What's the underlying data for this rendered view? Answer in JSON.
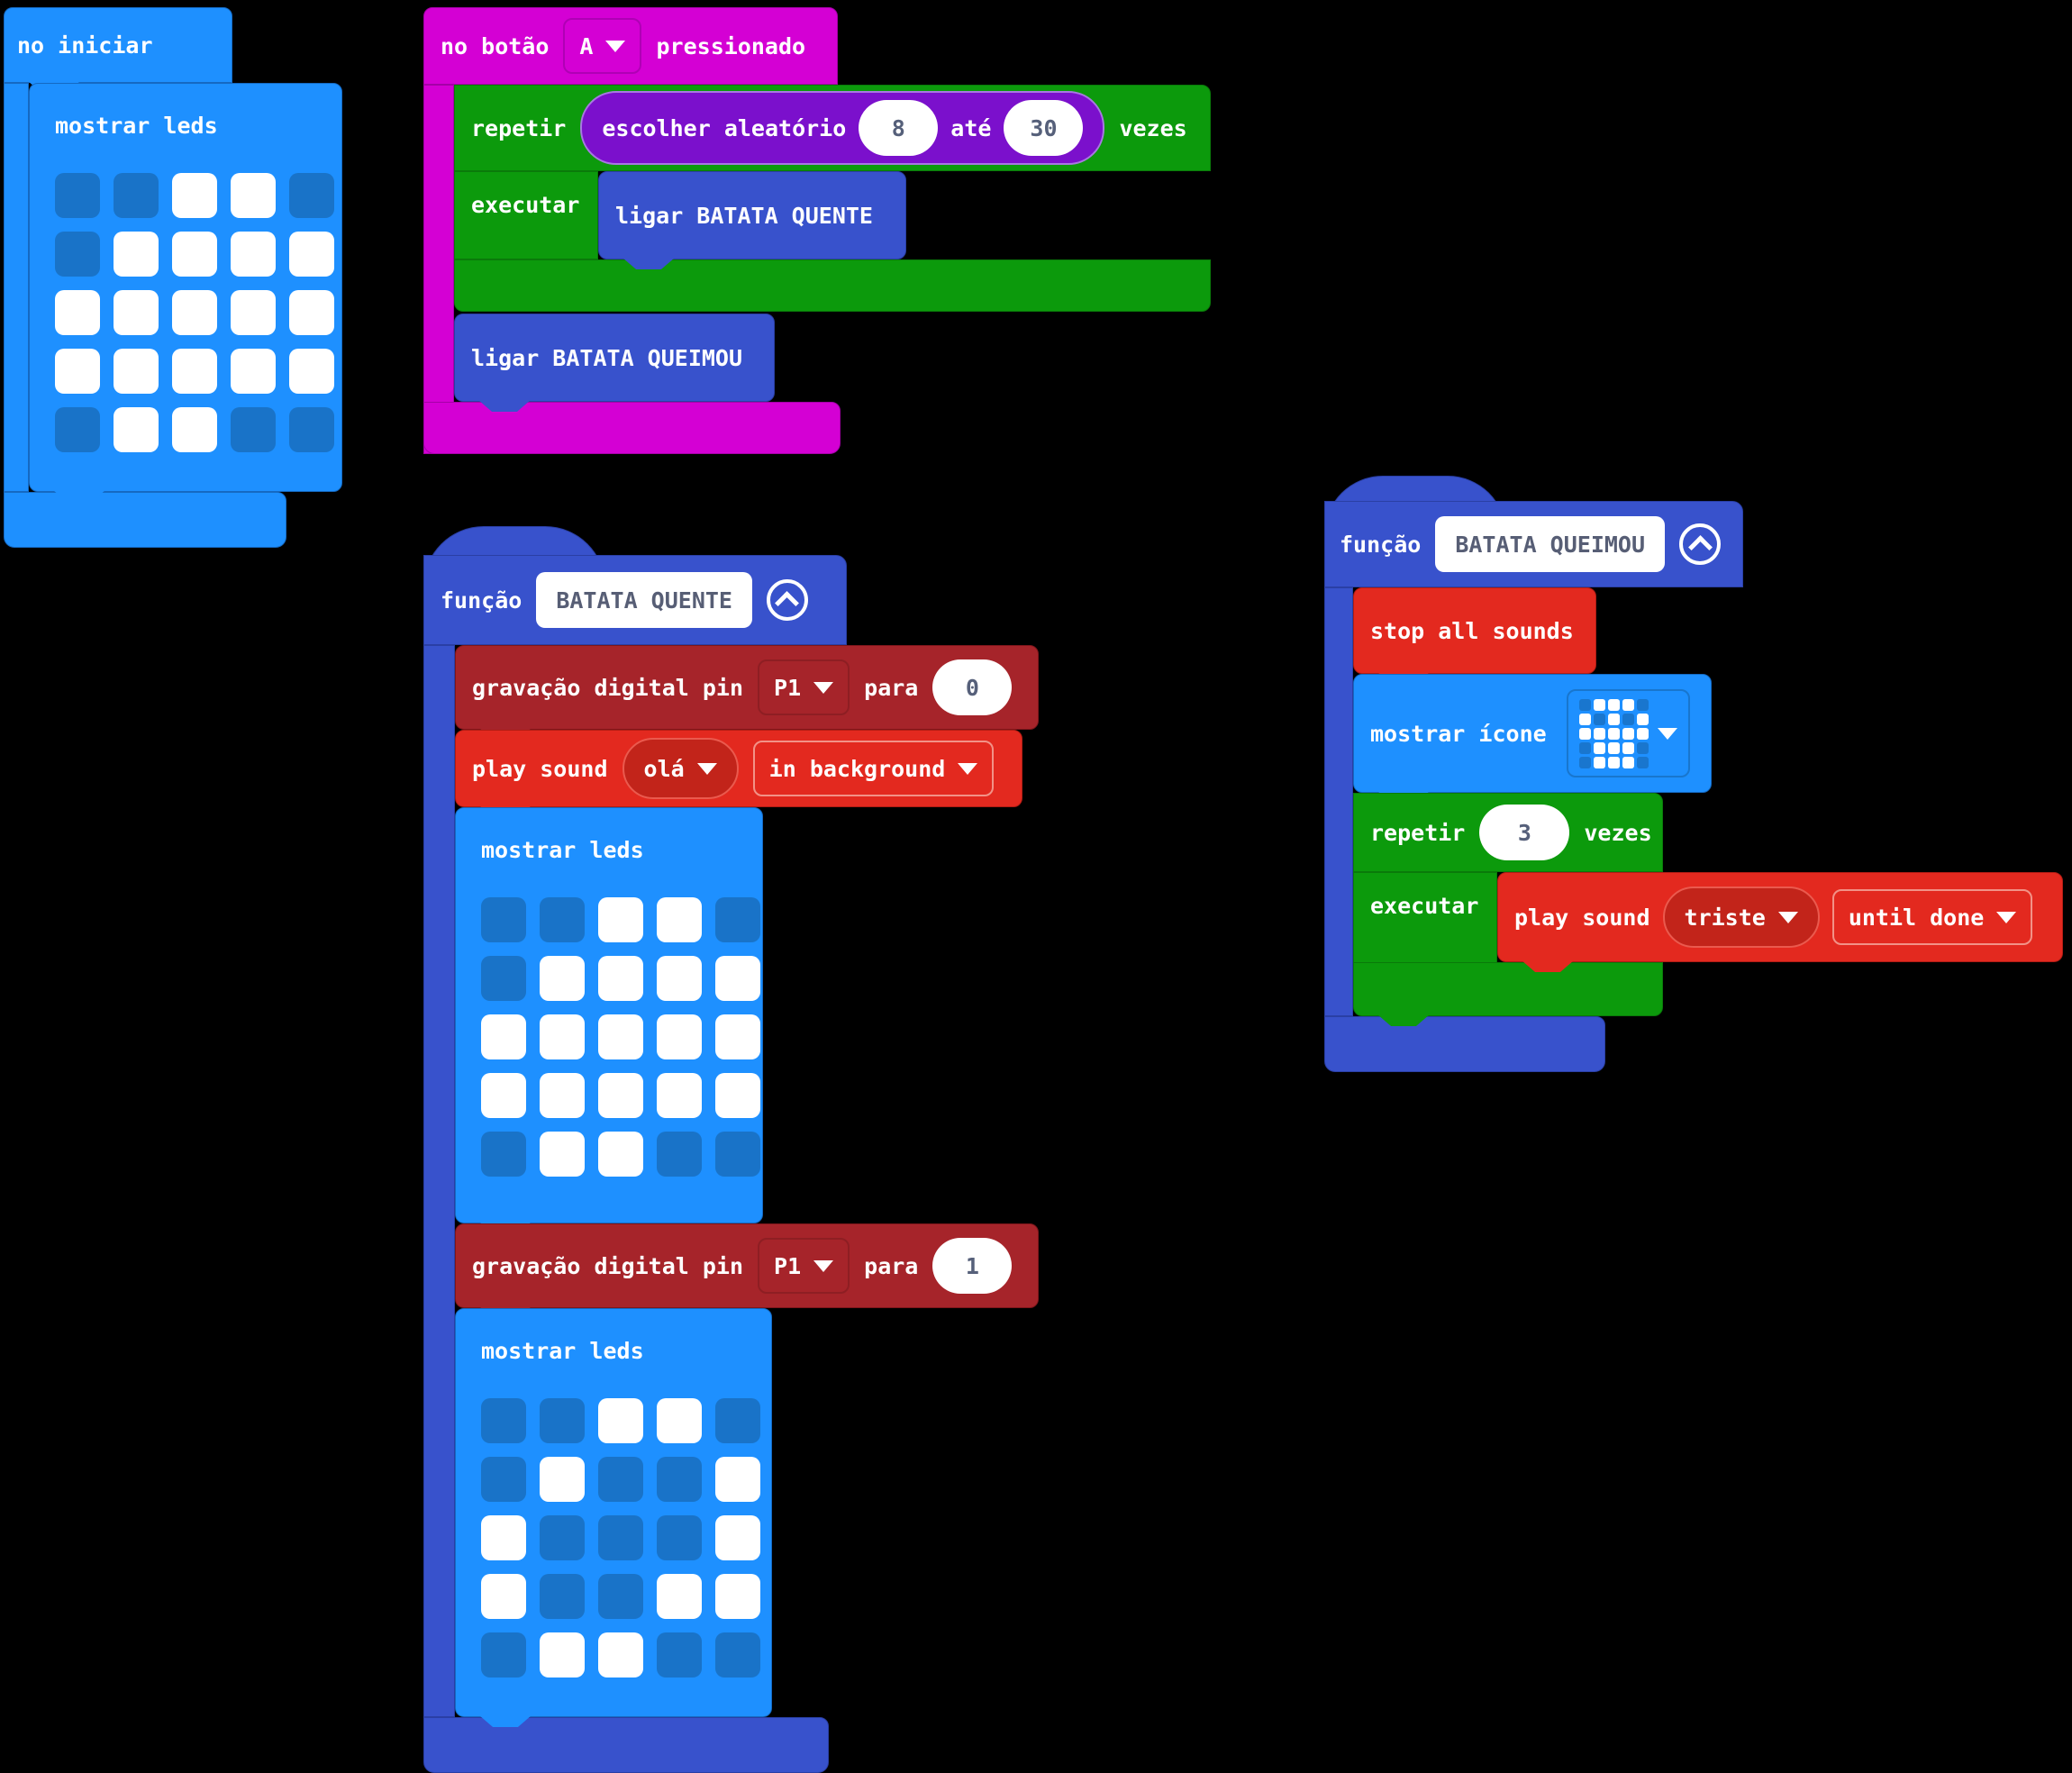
{
  "colors": {
    "background": "#000000",
    "basic_blue": "#1E90FF",
    "input_magenta": "#D400D4",
    "loops_green": "#0C9A0C",
    "math_purple": "#7B10CC",
    "functions_blue": "#3852CC",
    "music_red": "#E3291F",
    "pins_darkred": "#A6242A",
    "led_on": "#FFFFFF",
    "led_off": "#1973C8"
  },
  "on_start": {
    "title": "no iniciar",
    "show_leds_label": "mostrar leds",
    "grid": [
      "00110",
      "01111",
      "11111",
      "11111",
      "01100"
    ]
  },
  "on_button": {
    "prefix": "no botão",
    "button": "A",
    "suffix": "pressionado",
    "repeat_label": "repetir",
    "random_label": "escolher aleatório",
    "random_min": "8",
    "random_sep": "até",
    "random_max": "30",
    "times_label": "vezes",
    "do_label": "executar",
    "call_quente": "ligar BATATA QUENTE",
    "call_queimou": "ligar BATATA QUEIMOU"
  },
  "func_quente": {
    "keyword": "função",
    "name": "BATATA QUENTE",
    "write1_label": "gravação digital pin",
    "write1_pin": "P1",
    "write1_para": "para",
    "write1_value": "0",
    "play_label": "play sound",
    "play_sound": "olá",
    "play_mode": "in background",
    "leds1_label": "mostrar leds",
    "leds1_grid": [
      "00110",
      "01111",
      "11111",
      "11111",
      "01100"
    ],
    "write2_label": "gravação digital pin",
    "write2_pin": "P1",
    "write2_para": "para",
    "write2_value": "1",
    "leds2_label": "mostrar leds",
    "leds2_grid": [
      "00110",
      "01001",
      "10001",
      "10011",
      "01100"
    ]
  },
  "func_queimou": {
    "keyword": "função",
    "name": "BATATA QUEIMOU",
    "stop_label": "stop all sounds",
    "icon_label": "mostrar ícone",
    "icon_grid": [
      "01110",
      "10101",
      "11111",
      "01110",
      "01110"
    ],
    "repeat_label": "repetir",
    "repeat_count": "3",
    "times_label": "vezes",
    "do_label": "executar",
    "play_label": "play sound",
    "play_sound": "triste",
    "play_mode": "until done"
  }
}
